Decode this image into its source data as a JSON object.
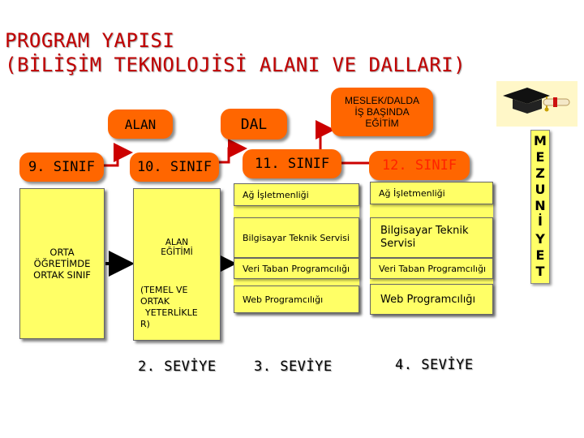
{
  "title": {
    "line1": "PROGRAM YAPISI",
    "line2": "(BİLİŞİM TEKNOLOJİSİ ALANI VE DALLARI)"
  },
  "labels": {
    "alan": "ALAN",
    "dal": "DAL",
    "meslek": [
      "MESLEK/DALDA",
      "İŞ BAŞINDA",
      "EĞİTİM"
    ]
  },
  "grades": {
    "g9": "9. SINIF",
    "g10": "10. SINIF",
    "g11": "11. SINIF",
    "g12": "12. SINIF"
  },
  "columns": {
    "orta": [
      "ORTA",
      "ÖĞRETİMDE",
      "ORTAK SINIF"
    ],
    "alan_egitimi": [
      "ALAN",
      "EĞİTİMİ"
    ],
    "temel": [
      "(TEMEL VE",
      "ORTAK",
      "YETERLİKLE",
      "R)"
    ]
  },
  "modules_11": [
    "Ağ İşletmenliği",
    "Bilgisayar Teknik Servisi",
    "Veri Taban Programcılığı",
    "Web Programcılığı"
  ],
  "modules_12": [
    "Ağ İşletmenliği",
    "Bilgisayar Teknik Servisi",
    "Veri Taban Programcılığı",
    "Web Programcılığı"
  ],
  "levels": {
    "l2": "2. SEVİYE",
    "l3": "3. SEVİYE",
    "l4": "4. SEVİYE"
  },
  "vertical_label": [
    "M",
    "E",
    "Z",
    "U",
    "N",
    "İ",
    "Y",
    "E",
    "T"
  ],
  "icons": [
    "graduation-cap-icon",
    "diploma-scroll-icon"
  ],
  "colors": {
    "title": "#c00000",
    "orange_header": "#ff6600",
    "yellow_box": "#ffff66",
    "arrow_red": "#cc0000",
    "grade12_text": "#ff2200"
  }
}
